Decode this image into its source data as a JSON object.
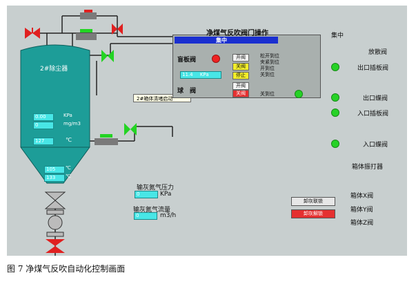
{
  "caption": "图 7 净煤气反吹自动化控制画面",
  "vessel": {
    "title": "2#除尘器",
    "readings": [
      {
        "value": "0.00",
        "unit": "KPa"
      },
      {
        "value": "0",
        "unit": "mg/m3"
      },
      {
        "value": "127",
        "unit": "℃"
      }
    ],
    "cone_readings": [
      {
        "value": "105",
        "unit": "℃"
      },
      {
        "value": "133",
        "unit": "℃"
      }
    ]
  },
  "tooltip": "2#箱体清堵启动",
  "panel": {
    "title": "净煤气反吹阀门操作",
    "mode": "集中",
    "gate_valve_label": "盲板阀",
    "open_btn": "开阀",
    "close_btn": "关阀",
    "stop_btn": "停止",
    "setpoint_value": "11.4",
    "setpoint_unit": "KPa",
    "status_loose_open": "松开到位",
    "status_clamp": "夹紧到位",
    "status_open": "开到位",
    "status_closed": "关到位",
    "ball_valve_label": "球　阀",
    "ball_open_btn": "开阀",
    "ball_close_btn": "关阀",
    "ball_closed_status": "关到位"
  },
  "right_column": {
    "header": "集中",
    "items": [
      "放散阀",
      "出口插板阀",
      "出口蝶阀",
      "入口插板阀",
      "入口蝶阀",
      "箱体振打器",
      "箱体X阀",
      "箱体Y阀",
      "箱体Z阀"
    ],
    "btn_ash_link": "卸灰联锁",
    "btn_ash_unlock": "卸灰解锁"
  },
  "nitrogen": {
    "pressure_label": "输灰氮气压力",
    "pressure_value": "0",
    "pressure_unit": "KPa",
    "flow_label": "输灰氮气流量",
    "flow_value": "0",
    "flow_unit": "m3/h"
  },
  "colors": {
    "screen_bg": "#c8cfcf",
    "vessel": "#1d9d98",
    "valve_red": "#e02020",
    "valve_green": "#23d423",
    "panel_bg": "#a9b0ae",
    "mode_blue": "#1a2fd0"
  }
}
